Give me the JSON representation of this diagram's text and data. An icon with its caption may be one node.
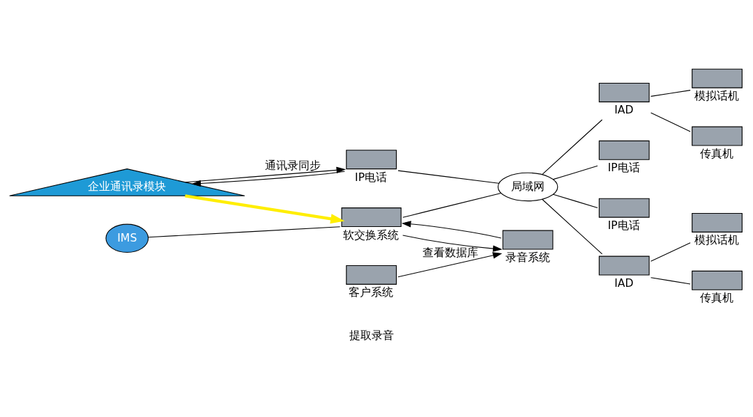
{
  "diagram": {
    "nodes": [
      {
        "text": [
          "企业通讯录模块"
        ]
      },
      {
        "text": [],
        "shape": "box",
        "beside": [
          "IP电话"
        ]
      },
      {
        "text": [
          "IMS"
        ]
      },
      {
        "text": [],
        "shape": "box",
        "beside": [
          "软交换系统"
        ]
      },
      {
        "text": [
          "局域网"
        ]
      },
      {
        "text": [],
        "shape": "box",
        "beside": [
          "IAD"
        ]
      },
      {
        "text": [],
        "shape": "box",
        "beside": [
          "IP电话"
        ]
      },
      {
        "text": [],
        "shape": "box",
        "beside": [
          "模拟话机"
        ]
      },
      {
        "text": [],
        "shape": "box",
        "beside": [
          "传真机"
        ]
      },
      {
        "text": [],
        "shape": "box",
        "beside": [
          "IP电话"
        ]
      },
      {
        "text": [],
        "shape": "box",
        "beside": [
          "IAD"
        ]
      },
      {
        "text": [],
        "shape": "box",
        "beside": [
          "模拟话机"
        ]
      },
      {
        "text": [],
        "shape": "box",
        "beside": [
          "传真机"
        ]
      },
      {
        "text": [],
        "shape": "box",
        "beside": [
          "客户系统"
        ]
      },
      {
        "text": [],
        "shape": "box",
        "beside": [
          "录音系统"
        ]
      }
    ],
    "edges": [
      {
        "from": 0,
        "to": 1,
        "arrow": "to",
        "label": "通讯录同步"
      },
      {
        "from": 1,
        "to": 0,
        "arrow": "to"
      },
      {
        "from": 0,
        "to": 3,
        "arrow": "to",
        "style": "thick",
        "color": "#ffee00"
      },
      {
        "from": 2,
        "to": 3,
        "arrow": "none"
      },
      {
        "from": 3,
        "to": 4,
        "arrow": "none"
      },
      {
        "from": 1,
        "to": 4,
        "arrow": "none"
      },
      {
        "from": 4,
        "to": 5,
        "arrow": "none"
      },
      {
        "from": 4,
        "to": 6,
        "arrow": "none"
      },
      {
        "from": 4,
        "to": 9,
        "arrow": "none"
      },
      {
        "from": 4,
        "to": 10,
        "arrow": "none"
      },
      {
        "from": 5,
        "to": 7,
        "arrow": "none"
      },
      {
        "from": 5,
        "to": 8,
        "arrow": "none"
      },
      {
        "from": 10,
        "to": 11,
        "arrow": "none"
      },
      {
        "from": 10,
        "to": 12,
        "arrow": "none"
      },
      {
        "from": 3,
        "to": 14,
        "arrow": "to"
      },
      {
        "from": 14,
        "to": 3,
        "arrow": "to"
      },
      {
        "from": 13,
        "to": 14,
        "arrow": "to",
        "label": "查看数据库"
      }
    ],
    "labels": [
      "提取录音"
    ]
  }
}
